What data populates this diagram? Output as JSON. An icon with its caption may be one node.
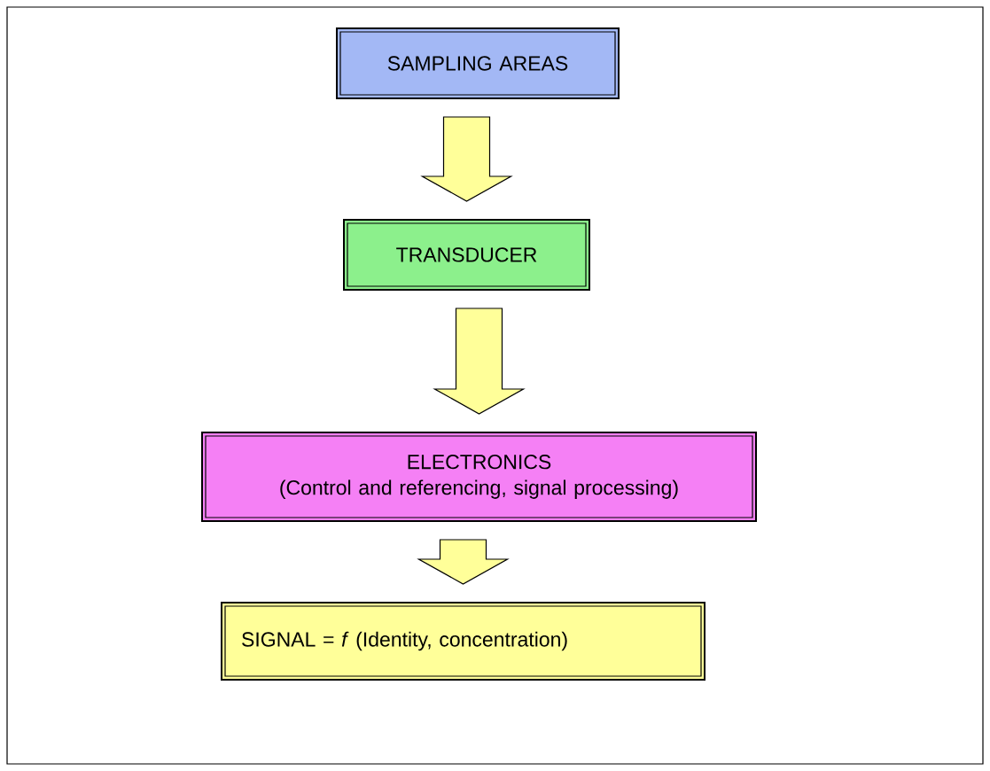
{
  "diagram": {
    "nodes": [
      {
        "text": [
          "SAMPLING AREAS"
        ]
      },
      {
        "text": [
          "TRANSDUCER"
        ]
      },
      {
        "text": [
          "ELECTRONICS",
          "(Control and referencing, signal processing)"
        ]
      },
      {
        "text": [
          "SIGNAL = *f* (Identity, concentration)"
        ]
      }
    ],
    "edges": [
      {
        "from": 0,
        "to": 1,
        "arrow": "to"
      },
      {
        "from": 1,
        "to": 2,
        "arrow": "to"
      },
      {
        "from": 2,
        "to": 3,
        "arrow": "to"
      }
    ]
  }
}
